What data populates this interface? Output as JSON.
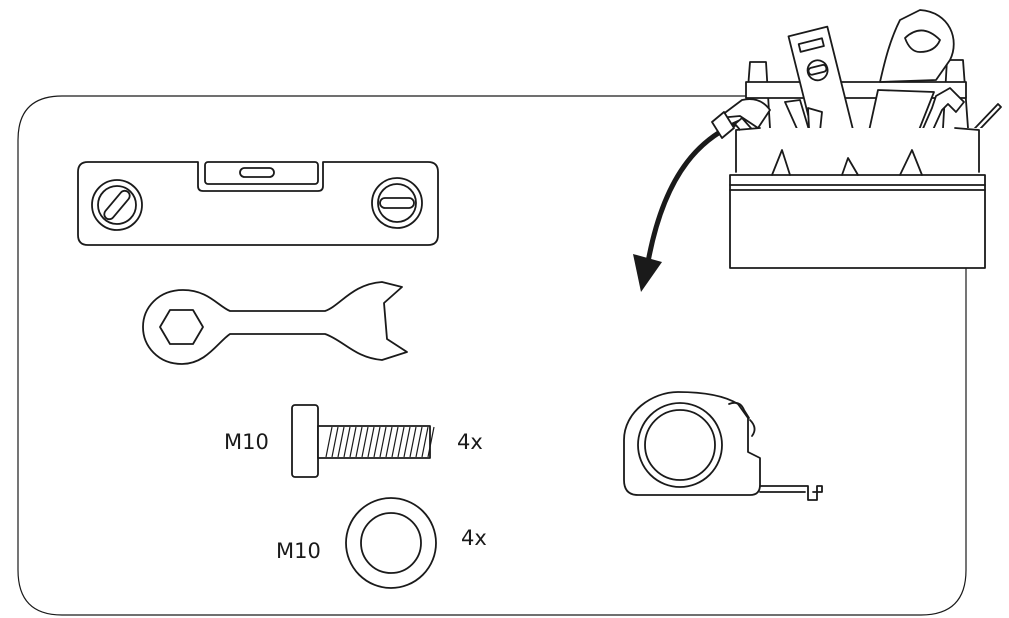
{
  "parts": {
    "bolt": {
      "size": "M10",
      "quantity": "4x"
    },
    "washer": {
      "size": "M10",
      "quantity": "4x"
    }
  },
  "tools": [
    "spirit-level",
    "open-end-wrench",
    "tape-measure",
    "toolbox"
  ],
  "colors": {
    "line": "#1a1a1a",
    "background": "#ffffff",
    "arrow": "#1a1a1a"
  }
}
